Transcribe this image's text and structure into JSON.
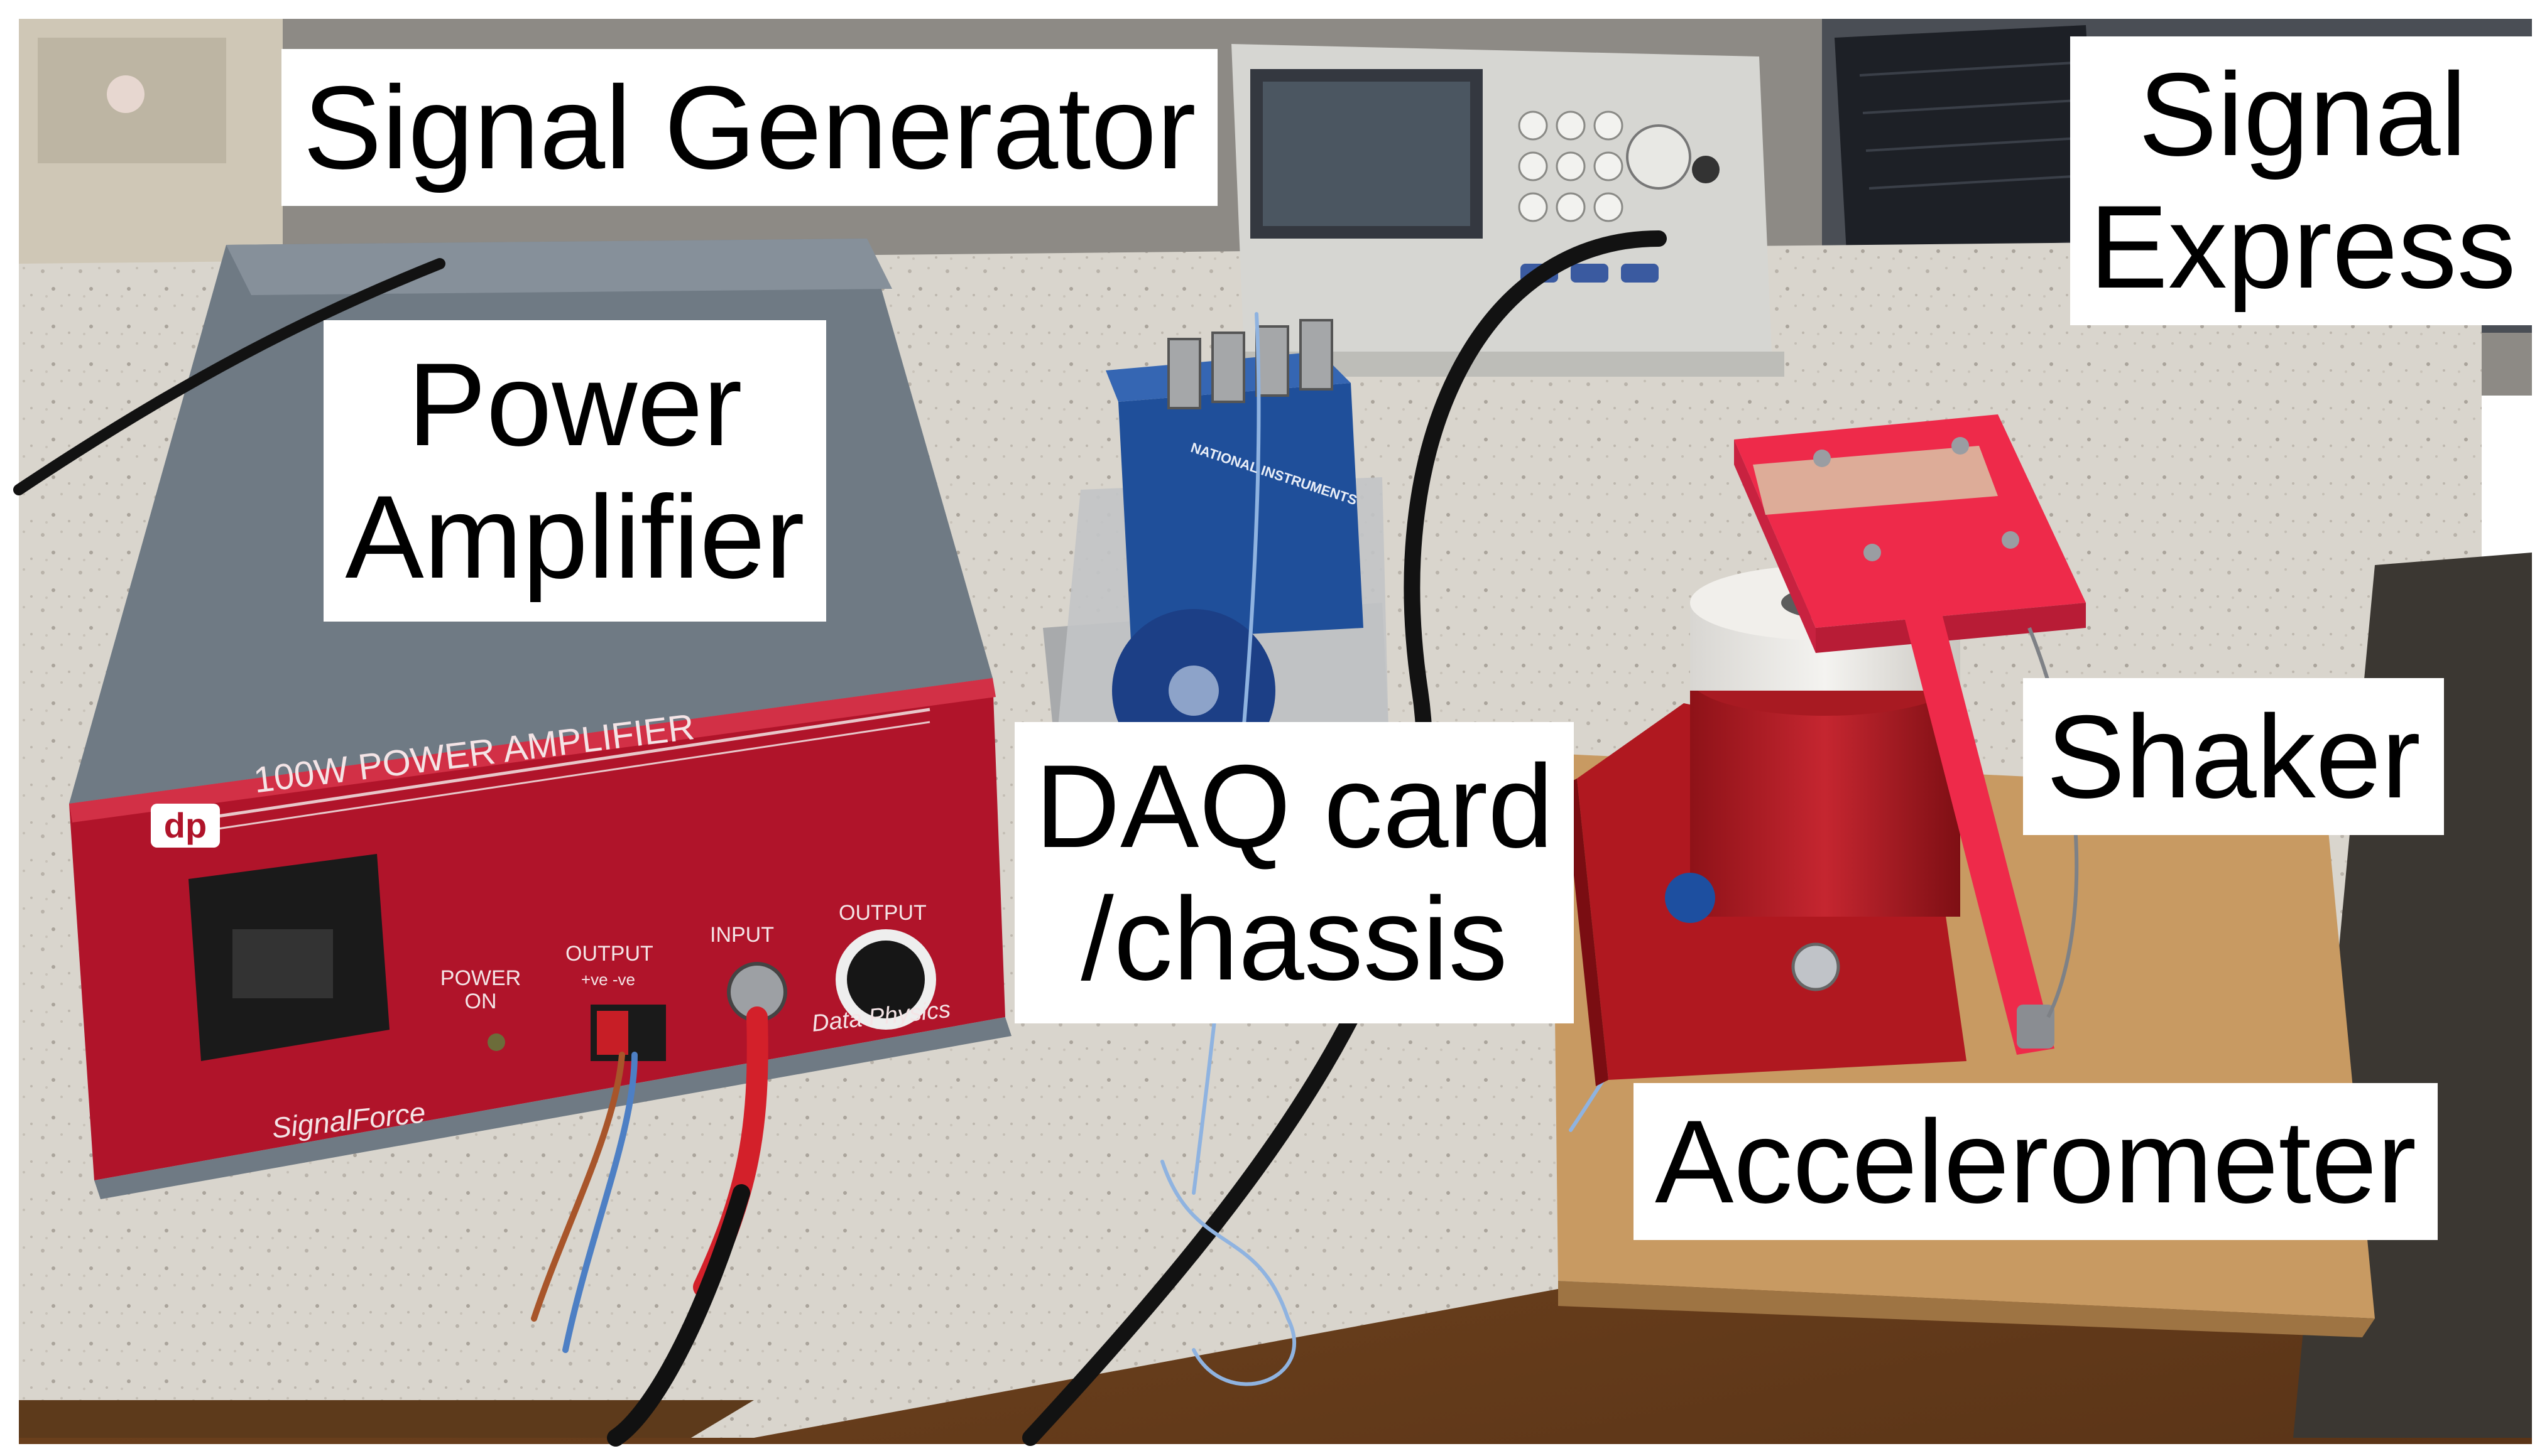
{
  "labels": {
    "signal_generator": {
      "lines": [
        "Signal Generator"
      ]
    },
    "signal_express": {
      "lines": [
        "Signal",
        "Express"
      ]
    },
    "power_amplifier": {
      "lines": [
        "Power",
        "Amplifier"
      ]
    },
    "daq_card": {
      "lines": [
        "DAQ card",
        "/chassis"
      ]
    },
    "shaker": {
      "lines": [
        "Shaker"
      ]
    },
    "accelerometer": {
      "lines": [
        "Accelerometer"
      ]
    }
  },
  "equipment_text": {
    "amp_logo": "dp",
    "amp_title": "100W POWER AMPLIFIER",
    "amp_power_on": "POWER ON",
    "amp_output_terms": "OUTPUT",
    "amp_output_polarity": "+ve -ve",
    "amp_input": "INPUT",
    "amp_output_knob": "OUTPUT",
    "amp_brand": "SignalForce",
    "amp_maker": "Data Physics",
    "daq_brand": "NATIONAL INSTRUMENTS"
  },
  "colors": {
    "amp_red": "#b0142a",
    "amp_gray": "#6f7a84",
    "daq_blue": "#1f4f9a",
    "shaker_red": "#b01820",
    "fixture_pink": "#ee2a4a",
    "wood": "#c89a62",
    "desk": "#d8d4cc"
  }
}
